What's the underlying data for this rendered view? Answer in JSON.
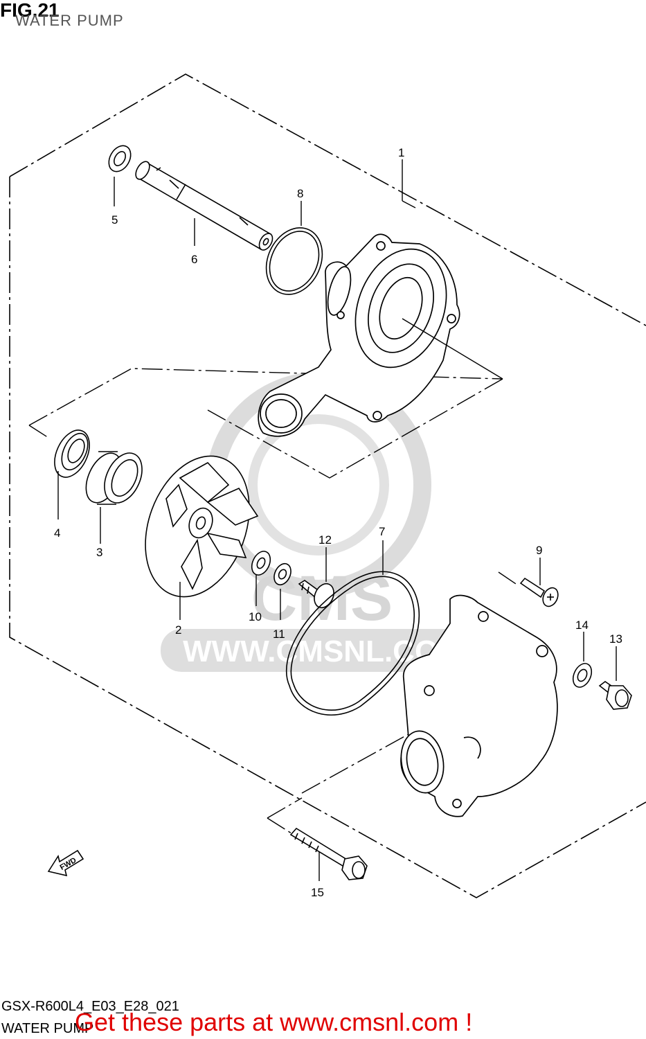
{
  "header": {
    "fig": "FIG.21",
    "subtitle": "WATER PUMP"
  },
  "footer": {
    "model": "GSX-R600L4_E03_E28_021",
    "section": "WATER PUMP"
  },
  "promo": "Get these parts at www.cmsnl.com !",
  "watermark": {
    "brand": "CMS",
    "url": "WWW.CMSNL.COM"
  },
  "fwd_label": "FWD",
  "callouts": [
    "1",
    "2",
    "3",
    "4",
    "5",
    "6",
    "7",
    "8",
    "9",
    "10",
    "11",
    "12",
    "13",
    "14",
    "15"
  ],
  "colors": {
    "line": "#000000",
    "watermark": "#d9d9d9",
    "promo": "#e00000"
  }
}
